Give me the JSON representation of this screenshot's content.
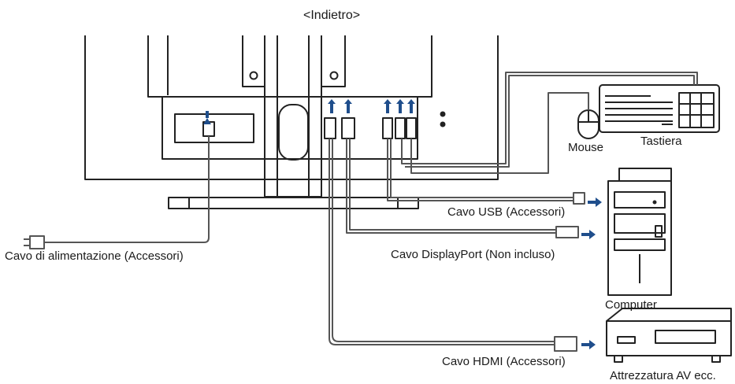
{
  "header_text": "<Indietro>",
  "labels": {
    "mouse": "Mouse",
    "keyboard": "Tastiera",
    "usb_cable": "Cavo USB (Accessori)",
    "displayport_cable": "Cavo DisplayPort (Non incluso)",
    "power_cable": "Cavo di alimentazione (Accessori)",
    "computer": "Computer",
    "hdmi_cable": "Cavo HDMI (Accessori)",
    "av_equipment": "Attrezzatura AV ecc."
  },
  "colors": {
    "arrow": "#1f4e8c",
    "line": "#222222",
    "cable": "#666666"
  }
}
